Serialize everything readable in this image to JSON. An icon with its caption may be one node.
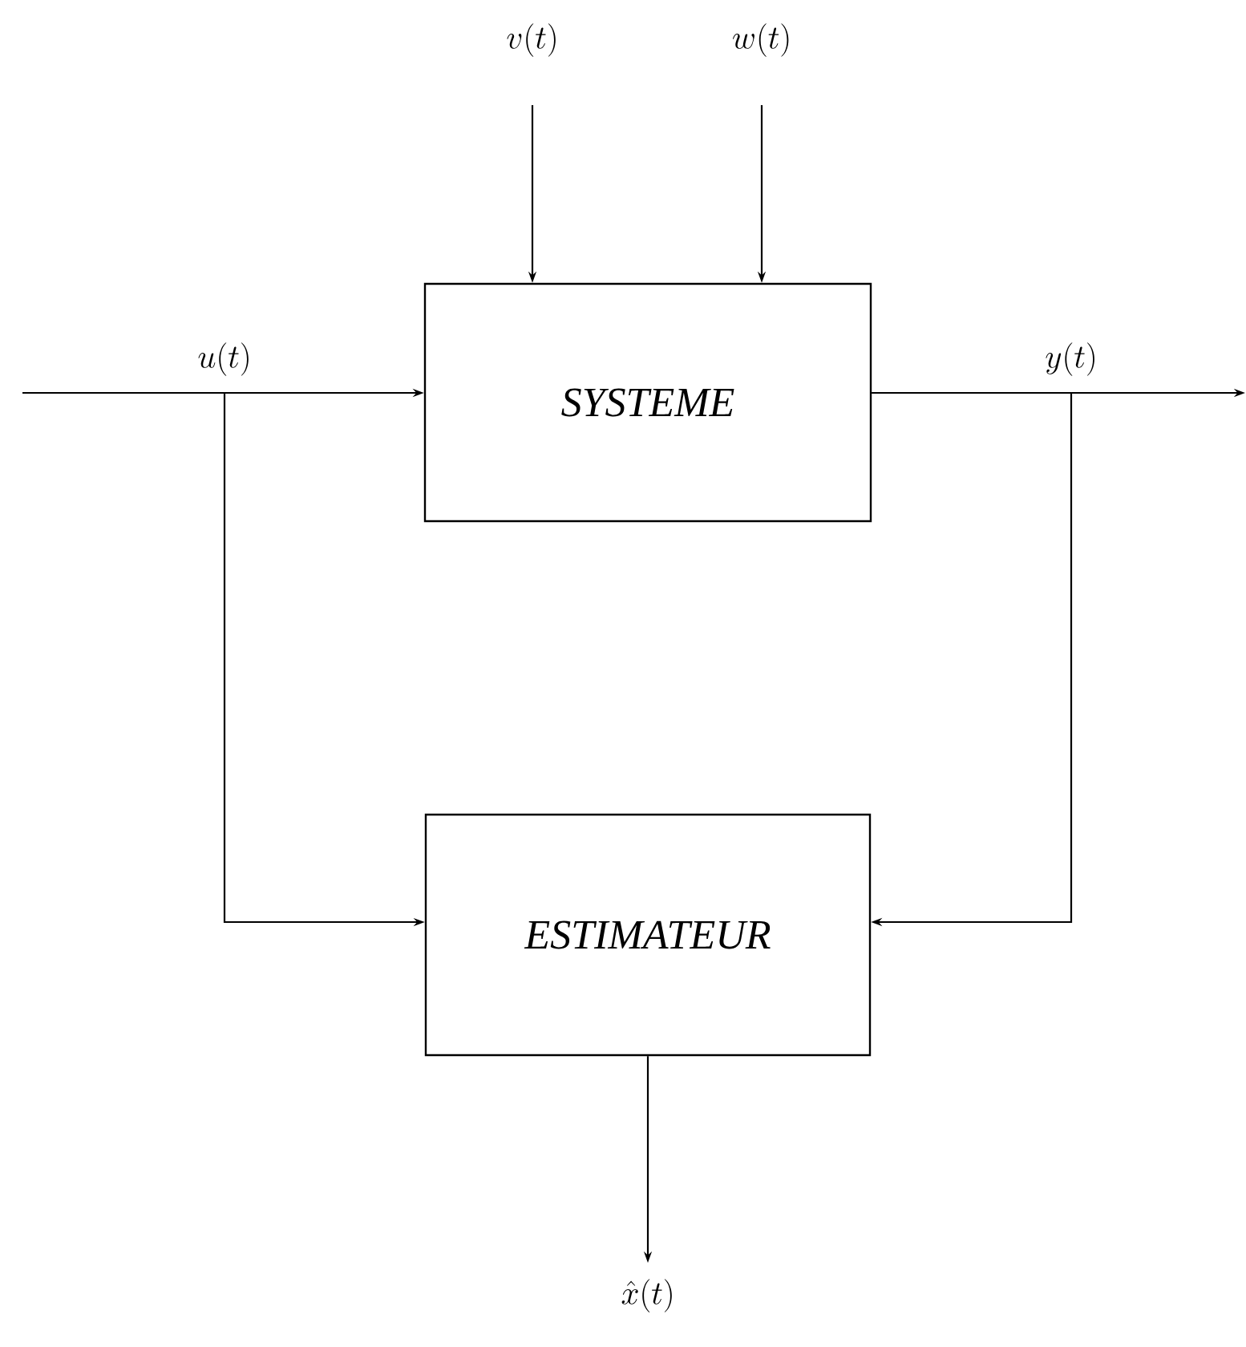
{
  "diagram": {
    "nodes": [
      {
        "text": [
          "SYSTEME"
        ]
      },
      {
        "text": [
          "ESTIMATEUR"
        ]
      },
      {
        "text": [
          "v(t)"
        ]
      },
      {
        "text": [
          "w(t)"
        ]
      },
      {
        "text": [
          "\\hat{x}(t)"
        ]
      }
    ],
    "edges": [
      {
        "from": 2,
        "to": 0,
        "arrow": "to"
      },
      {
        "from": 3,
        "to": 0,
        "arrow": "to"
      },
      {
        "from": null,
        "to": 0,
        "arrow": "to",
        "label": "u(t)"
      },
      {
        "from": null,
        "to": 1,
        "arrow": "to"
      },
      {
        "from": 0,
        "to": null,
        "arrow": "to",
        "label": "y(t)"
      },
      {
        "from": 0,
        "to": 1,
        "arrow": "to"
      },
      {
        "from": 1,
        "to": 4,
        "arrow": "to"
      }
    ]
  }
}
